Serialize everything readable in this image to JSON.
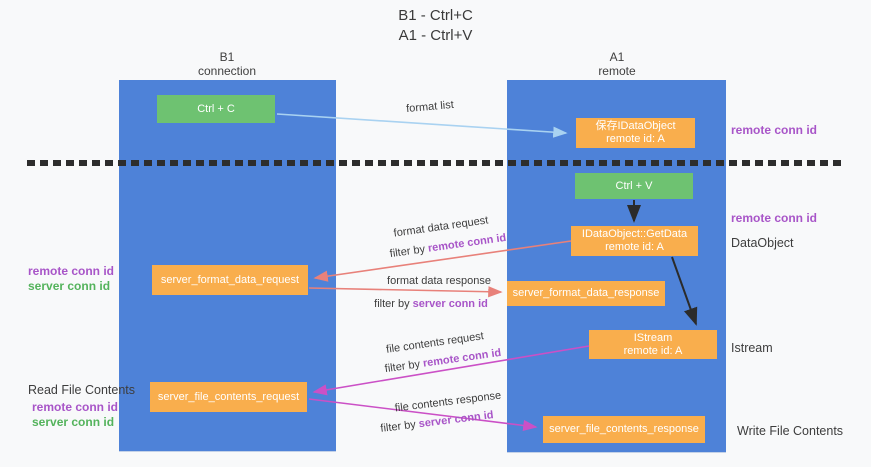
{
  "title": {
    "line1": "B1 - Ctrl+C",
    "line2": "A1 - Ctrl+V"
  },
  "lifelines": {
    "left": {
      "name": "B1",
      "role": "connection"
    },
    "right": {
      "name": "A1",
      "role": "remote"
    }
  },
  "boxes": {
    "ctrl_c": "Ctrl + C",
    "ctrl_v": "Ctrl + V",
    "save_idataobject": {
      "line1": "保存IDataObject",
      "line2": "remote id: A"
    },
    "getdata": {
      "line1": "IDataObject::GetData",
      "line2": "remote id: A"
    },
    "istream": {
      "line1": "IStream",
      "line2": "remote id: A"
    },
    "server_format_data_request": "server_format_data_request",
    "server_format_data_response": "server_format_data_response",
    "server_file_contents_request": "server_file_contents_request",
    "server_file_contents_response": "server_file_contents_response"
  },
  "arrow_labels": {
    "format_list": "format list",
    "format_data_request": "format data request",
    "format_data_response": "format data response",
    "file_contents_request": "file contents request",
    "file_contents_response": "file contents response",
    "filter_by": "filter by ",
    "remote_conn_id": "remote conn id",
    "server_conn_id": "server conn id"
  },
  "side_labels": {
    "remote_conn_id_top_right": "remote conn id",
    "remote_conn_id_mid_right": "remote conn id",
    "dataobject": "DataObject",
    "istream": "Istream",
    "write_file_contents": "Write File Contents",
    "read_file_contents": "Read File Contents",
    "remote_conn_id_left_mid": "remote conn id",
    "server_conn_id_left_mid": "server conn id",
    "remote_conn_id_left_bottom": "remote conn id",
    "server_conn_id_left_bottom": "server conn id"
  },
  "arrows": [
    {
      "id": "format-list",
      "from": "Ctrl + C",
      "to": "保存IDataObject",
      "color": "#a9d2f1"
    },
    {
      "id": "ctrl-v-to-getdata",
      "from": "Ctrl + V",
      "to": "IDataObject::GetData",
      "color": "#2b2b2b"
    },
    {
      "id": "getdata-to-istream",
      "from": "IDataObject::GetData",
      "to": "IStream",
      "color": "#2b2b2b"
    },
    {
      "id": "format-data-request",
      "from": "IDataObject::GetData",
      "to": "server_format_data_request",
      "color": "#e8817a"
    },
    {
      "id": "format-data-response",
      "from": "server_format_data_request",
      "to": "server_format_data_response",
      "color": "#e8817a"
    },
    {
      "id": "file-contents-request",
      "from": "IStream",
      "to": "server_file_contents_request",
      "color": "#cb50c6"
    },
    {
      "id": "file-contents-response",
      "from": "server_file_contents_request",
      "to": "server_file_contents_response",
      "color": "#cb50c6"
    }
  ],
  "colors": {
    "column_blue": "#4e82d8",
    "box_green": "#6ec271",
    "box_orange": "#f9ae4d",
    "purple_text": "#a855c8",
    "green_text": "#54b35c",
    "salmon_arrow": "#e8817a",
    "magenta_arrow": "#cb50c6",
    "light_blue_arrow": "#a9d2f1",
    "black_arrow": "#2b2b2b"
  }
}
